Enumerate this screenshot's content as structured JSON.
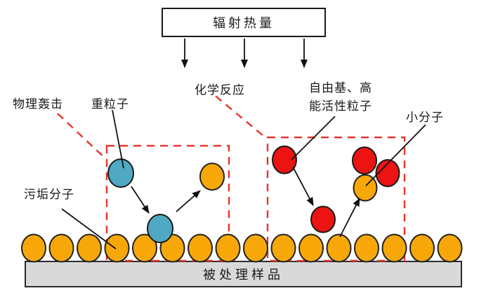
{
  "diagram": {
    "radiant_heat_box": "辐射热量",
    "labels": {
      "physical_bombardment": "物理轰击",
      "heavy_particle": "重粒子",
      "chemical_reaction": "化学反应",
      "radicals": "自由基、高\n能活性粒子",
      "small_molecule": "小分子",
      "dirt_molecule": "污垢分子"
    },
    "sample_bar": "被处理样品"
  },
  "legend_semantics": {
    "orange_circle": "污垢分子/小分子",
    "blue_circle": "重粒子",
    "red_circle": "自由基、高能活性粒子"
  },
  "colors": {
    "dirt_orange": "#F7A808",
    "heavy_blue": "#4FA9C2",
    "radical_red": "#EC1313",
    "dash_red": "#E8352C",
    "bar_gray": "#D9D9D9",
    "ink": "#1A1A1A"
  }
}
